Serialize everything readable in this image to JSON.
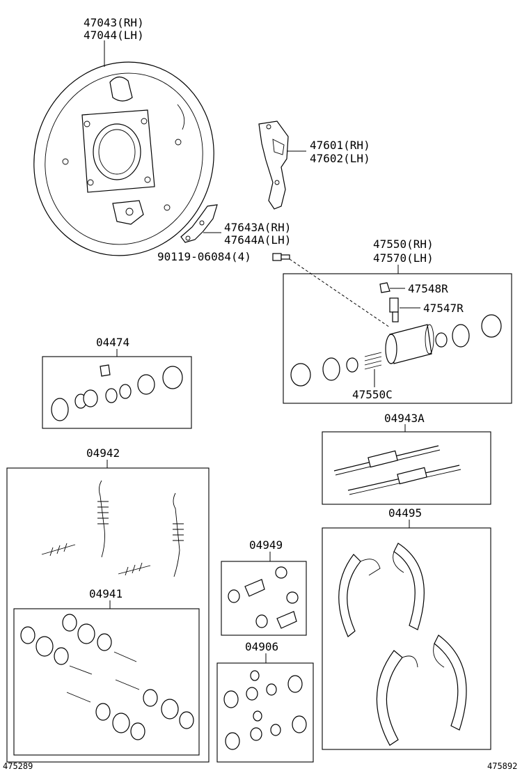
{
  "labels": {
    "backing_plate": [
      "47043(RH)",
      "47044(LH)"
    ],
    "lever_upper": [
      "47601(RH)",
      "47602(LH)"
    ],
    "lever_small": [
      "47643A(RH)",
      "47644A(LH)"
    ],
    "bolt": "90119-06084(4)",
    "wheel_cylinder": [
      "47550(RH)",
      "47570(LH)"
    ],
    "bleeder_cap": "47548R",
    "bleeder_plug": "47547R",
    "cylinder_kit": "47550C",
    "kit_cup": "04474",
    "kit_adjuster": "04943A",
    "kit_springs": "04942",
    "kit_shoes": "04495",
    "kit_hold": "04941",
    "kit_boots": "04949",
    "kit_cylinder": "04906"
  },
  "footer": {
    "left_code": "475289",
    "right_code": "475892"
  }
}
